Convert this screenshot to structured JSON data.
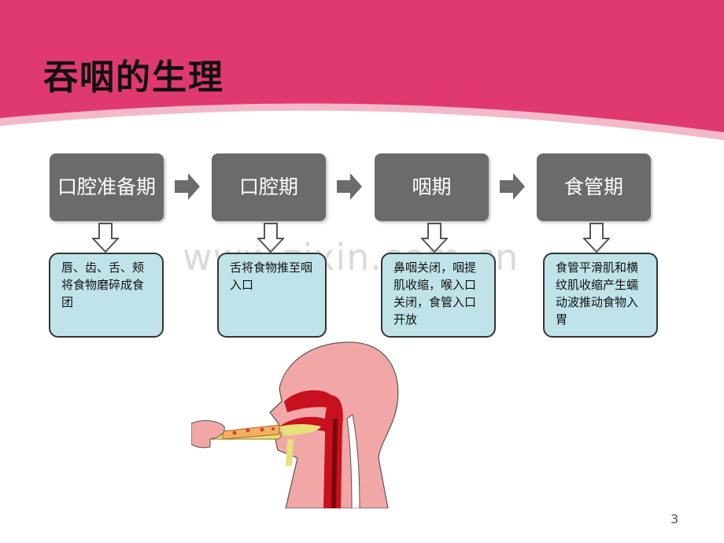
{
  "title": "吞咽的生理",
  "colors": {
    "banner": "#e0396f",
    "banner_light": "#f3b7c6",
    "stage_box": "#6b6b6b",
    "desc_box": "#bfe3e8"
  },
  "stages": [
    {
      "label": "口腔准备期",
      "description": "唇、齿、舌、颊将食物磨碎成食团"
    },
    {
      "label": "口腔期",
      "description": "舌将食物推至咽入口"
    },
    {
      "label": "咽期",
      "description": "鼻咽关闭，咽提肌收缩，喉入口关闭，食管入口开放"
    },
    {
      "label": "食管期",
      "description": "食管平滑肌和横纹肌收缩产生蠕动波推动食物入胃"
    }
  ],
  "watermark": "www.zixin.com.cn",
  "page_number": "3"
}
